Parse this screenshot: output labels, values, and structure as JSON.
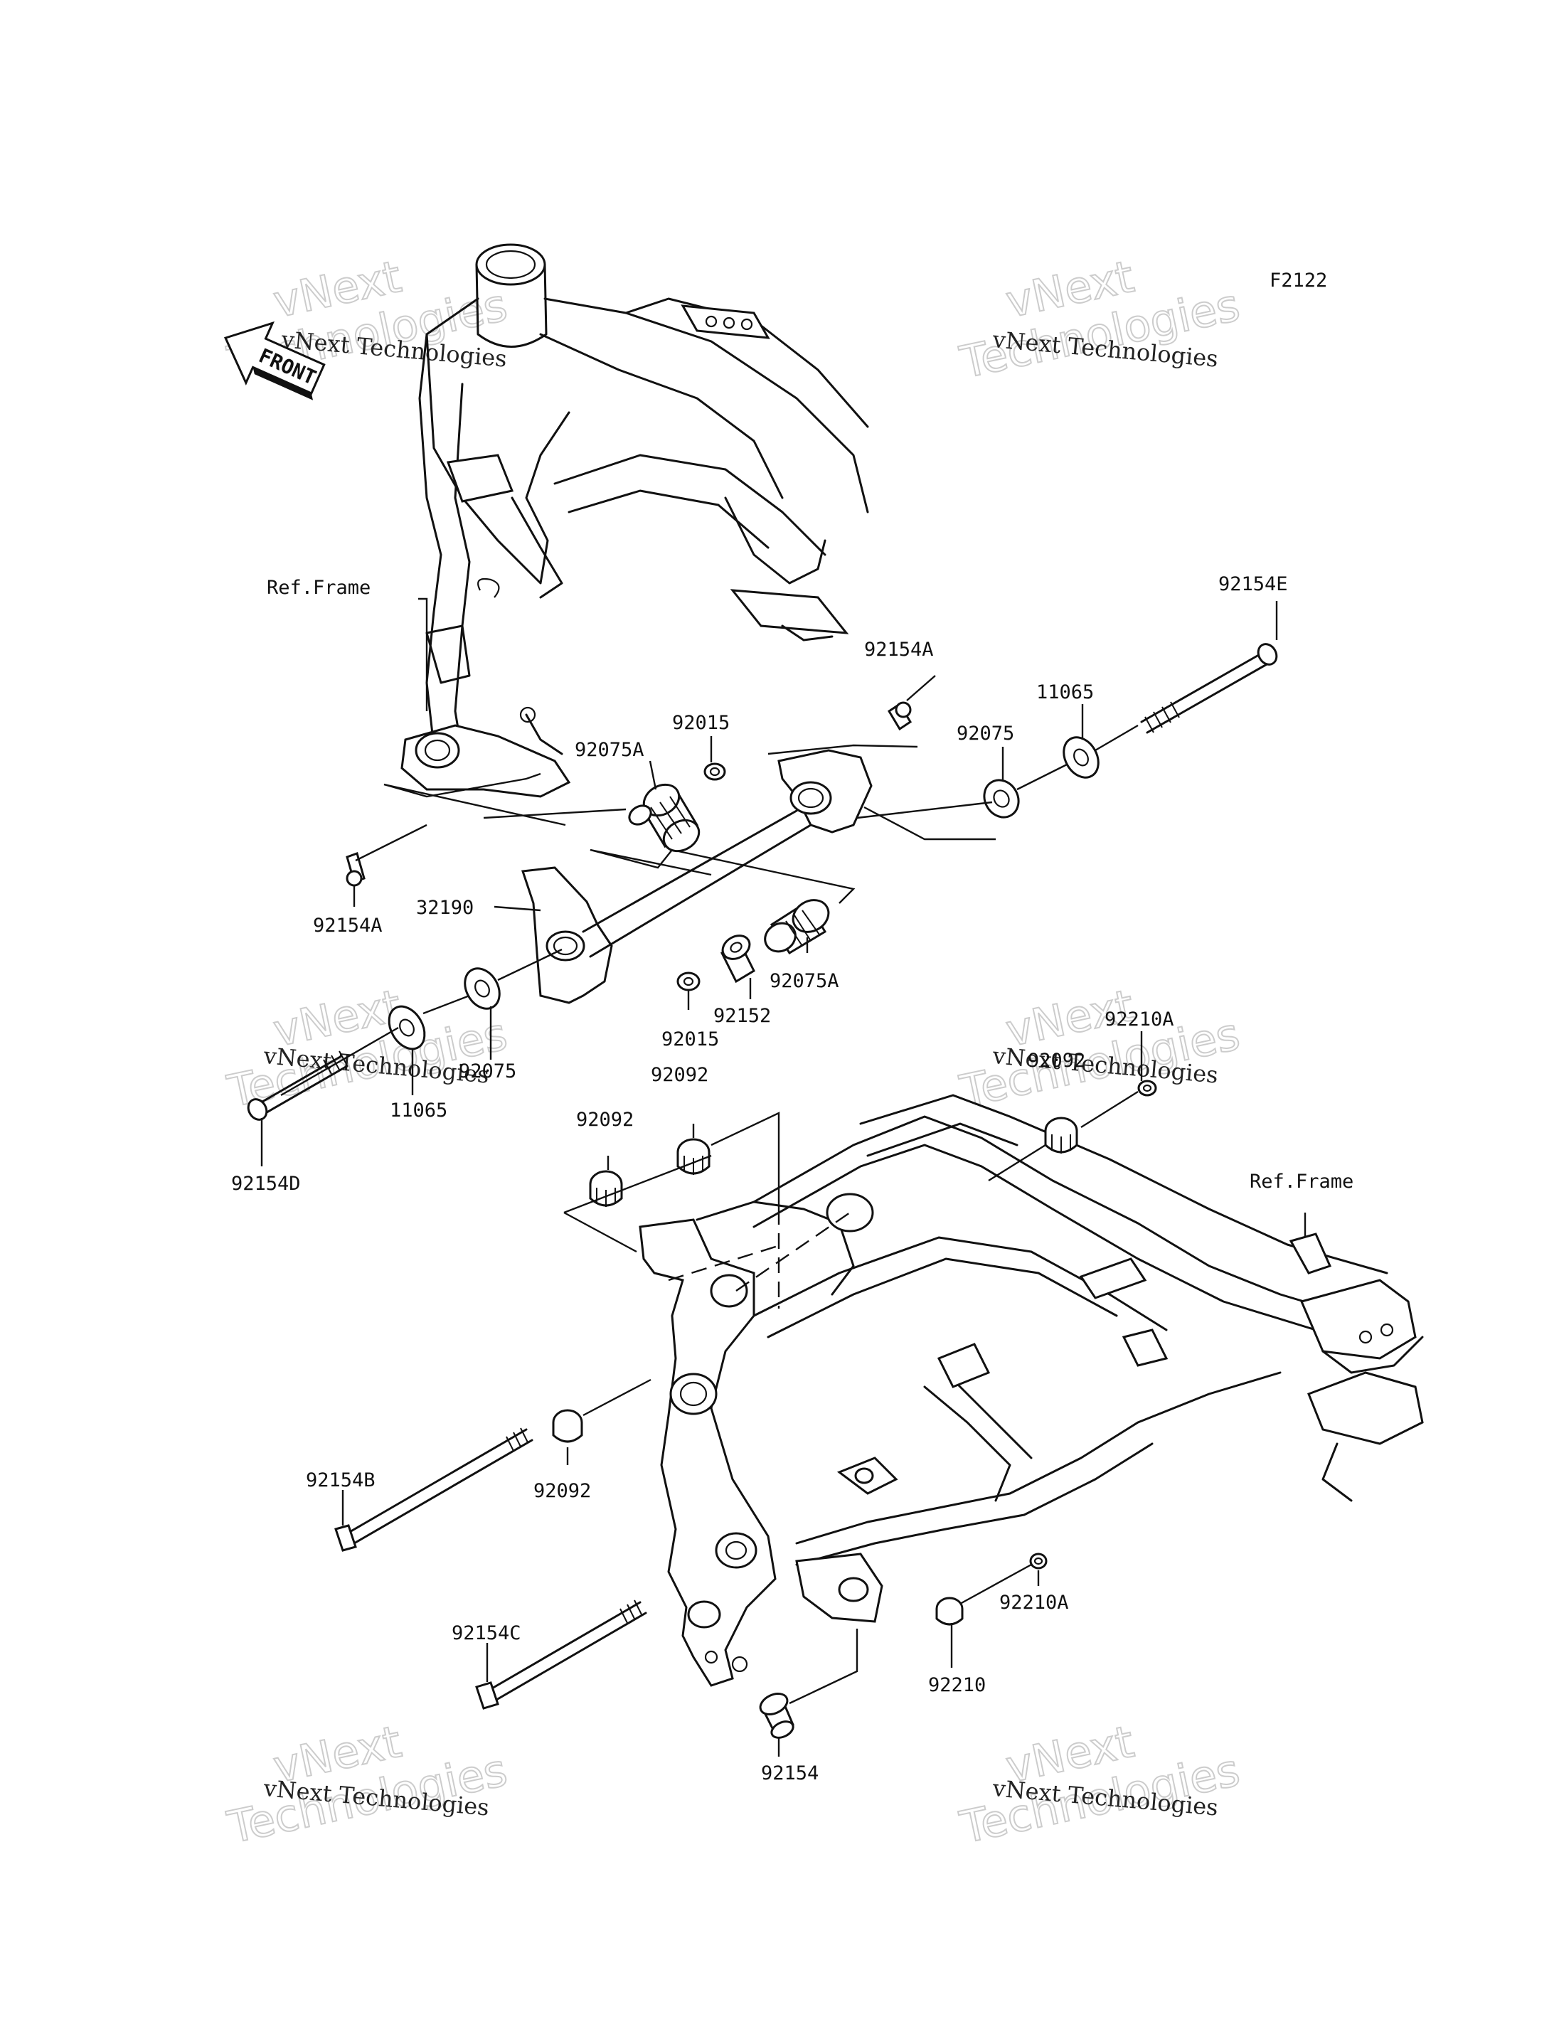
{
  "figure_code": "F2122",
  "front_arrow_label": "FRONT",
  "watermark": {
    "small": "vNext Technologies",
    "big_line1": "vNext",
    "big_line2": "Technologies"
  },
  "labels": {
    "ref_frame_upper": "Ref.Frame",
    "ref_frame_lower": "Ref.Frame",
    "p92154E": "92154E",
    "p92154A_top": "92154A",
    "p11065_top": "11065",
    "p92075_top": "92075",
    "p92015_top": "92015",
    "p92075A_top": "92075A",
    "p92154A_left": "92154A",
    "p32190": "32190",
    "p92075A_right": "92075A",
    "p92152": "92152",
    "p92015_bottom": "92015",
    "p92075_left": "92075",
    "p11065_left": "11065",
    "p92154D": "92154D",
    "p92092_a": "92092",
    "p92092_b": "92092",
    "p92210A_top": "92210A",
    "p92092_c": "92092",
    "p92092_d": "92092",
    "p92154B": "92154B",
    "p92154C": "92154C",
    "p92210A_bottom": "92210A",
    "p92210": "92210",
    "p92154": "92154"
  }
}
